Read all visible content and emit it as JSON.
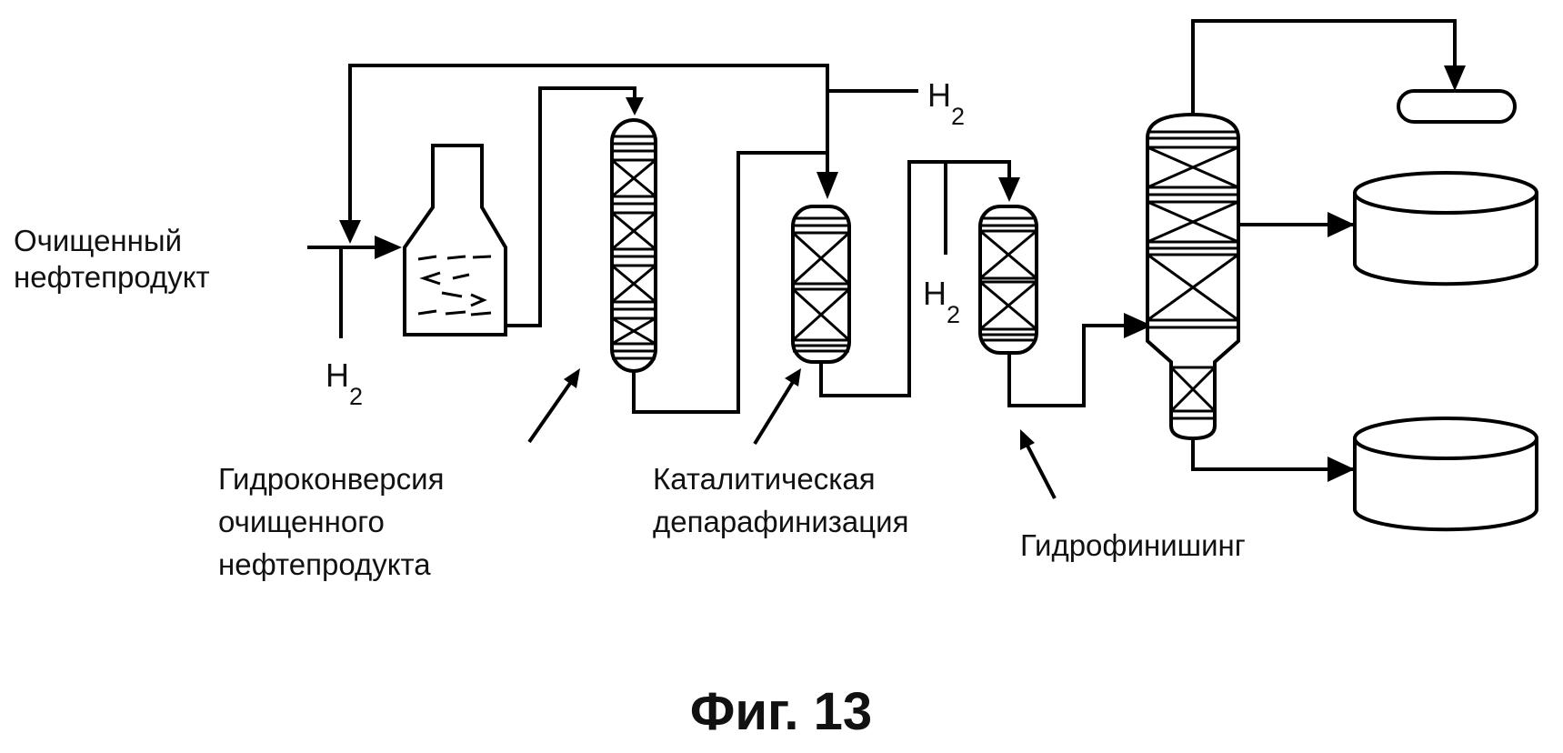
{
  "labels": {
    "feed_line1": "Очищенный",
    "feed_line2": "нефтепродукт",
    "hydroconversion_line1": "Гидроконверсия",
    "hydroconversion_line2": "очищенного",
    "hydroconversion_line3": "нефтепродукта",
    "dewaxing_line1": "Каталитическая",
    "dewaxing_line2": "депарафинизация",
    "hydrofinishing": "Гидрофинишинг"
  },
  "hydrogen": {
    "symbol": "H",
    "subscript": "2"
  },
  "figure_caption": "Фиг. 13"
}
